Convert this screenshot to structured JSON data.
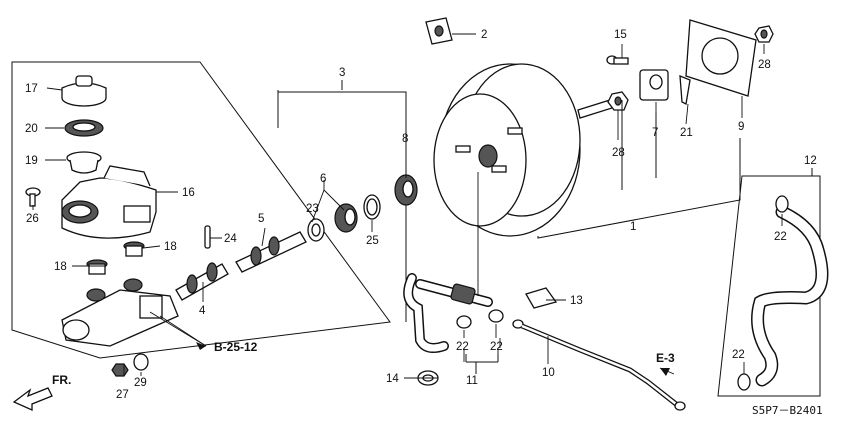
{
  "diagram": {
    "part_numbers": [
      "1",
      "2",
      "3",
      "4",
      "5",
      "6",
      "7",
      "8",
      "9",
      "10",
      "11",
      "12",
      "13",
      "14",
      "15",
      "16",
      "17",
      "18",
      "18",
      "19",
      "20",
      "21",
      "22",
      "22",
      "22",
      "22",
      "23",
      "24",
      "25",
      "26",
      "27",
      "28",
      "28",
      "29"
    ],
    "refs": {
      "b25": "B-25-12",
      "e3": "E-3"
    },
    "direction_label": "FR.",
    "diagram_code": "S5P7－B2401"
  }
}
